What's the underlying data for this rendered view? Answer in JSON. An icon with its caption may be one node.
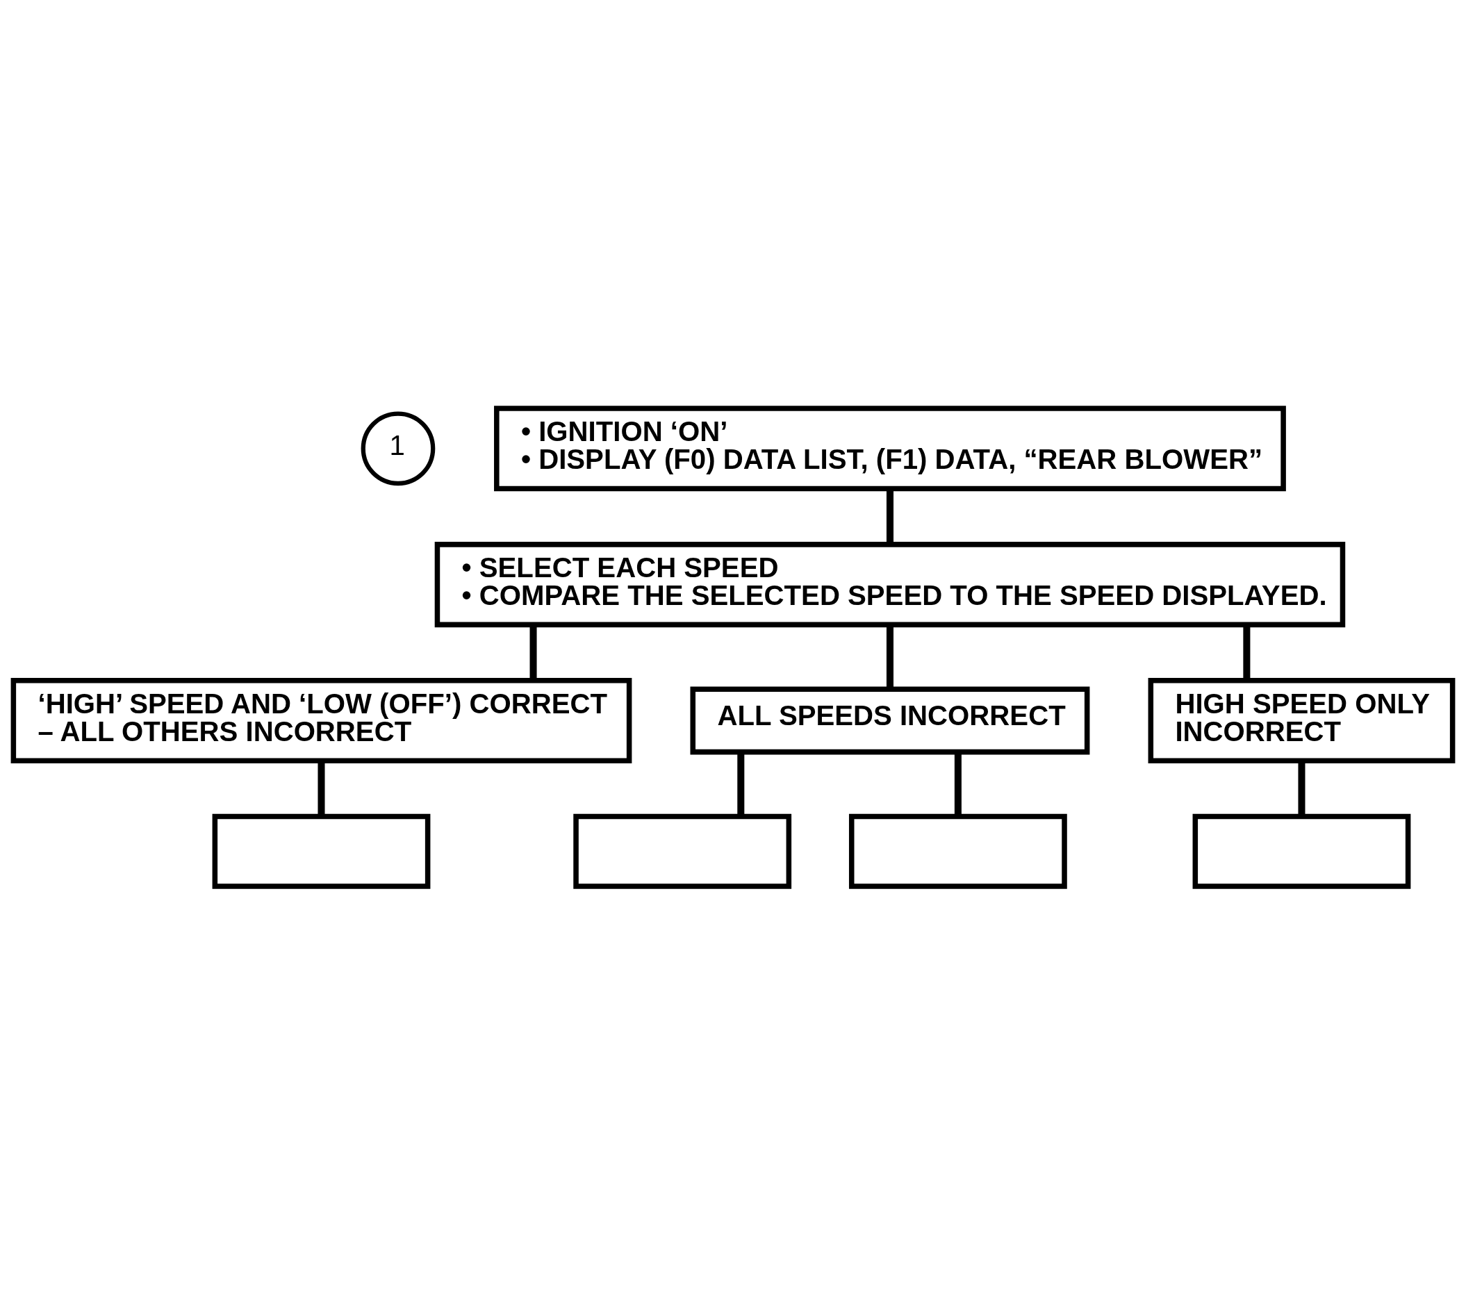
{
  "diagram": {
    "nodes": [
      {
        "text": [
          "1"
        ]
      },
      {
        "text": [
          "• IGNITION ‘ON’",
          "• DISPLAY (F0) DATA LIST, (F1) DATA, “REAR BLOWER”"
        ]
      },
      {
        "text": [
          "• SELECT EACH SPEED",
          "• COMPARE THE SELECTED SPEED TO THE SPEED DISPLAYED."
        ]
      },
      {
        "text": [
          "‘HIGH’ SPEED AND ‘LOW (OFF’) CORRECT – ALL OTHERS INCORRECT"
        ]
      },
      {
        "text": [
          "ALL SPEEDS INCORRECT"
        ]
      },
      {
        "text": [
          "HIGH SPEED ONLY INCORRECT"
        ]
      },
      {
        "text": [],
        "shape": "box"
      },
      {
        "text": [],
        "shape": "box"
      },
      {
        "text": [],
        "shape": "box"
      },
      {
        "text": [],
        "shape": "box"
      }
    ],
    "edges": [
      {
        "from": 1,
        "to": 2,
        "arrow": "none"
      },
      {
        "from": 2,
        "to": 3,
        "arrow": "none"
      },
      {
        "from": 2,
        "to": 4,
        "arrow": "none"
      },
      {
        "from": 2,
        "to": 5,
        "arrow": "none"
      },
      {
        "from": 3,
        "to": 6,
        "arrow": "none"
      },
      {
        "from": 4,
        "to": 7,
        "arrow": "none"
      },
      {
        "from": 4,
        "to": 8,
        "arrow": "none"
      },
      {
        "from": 5,
        "to": 9,
        "arrow": "none"
      }
    ]
  }
}
